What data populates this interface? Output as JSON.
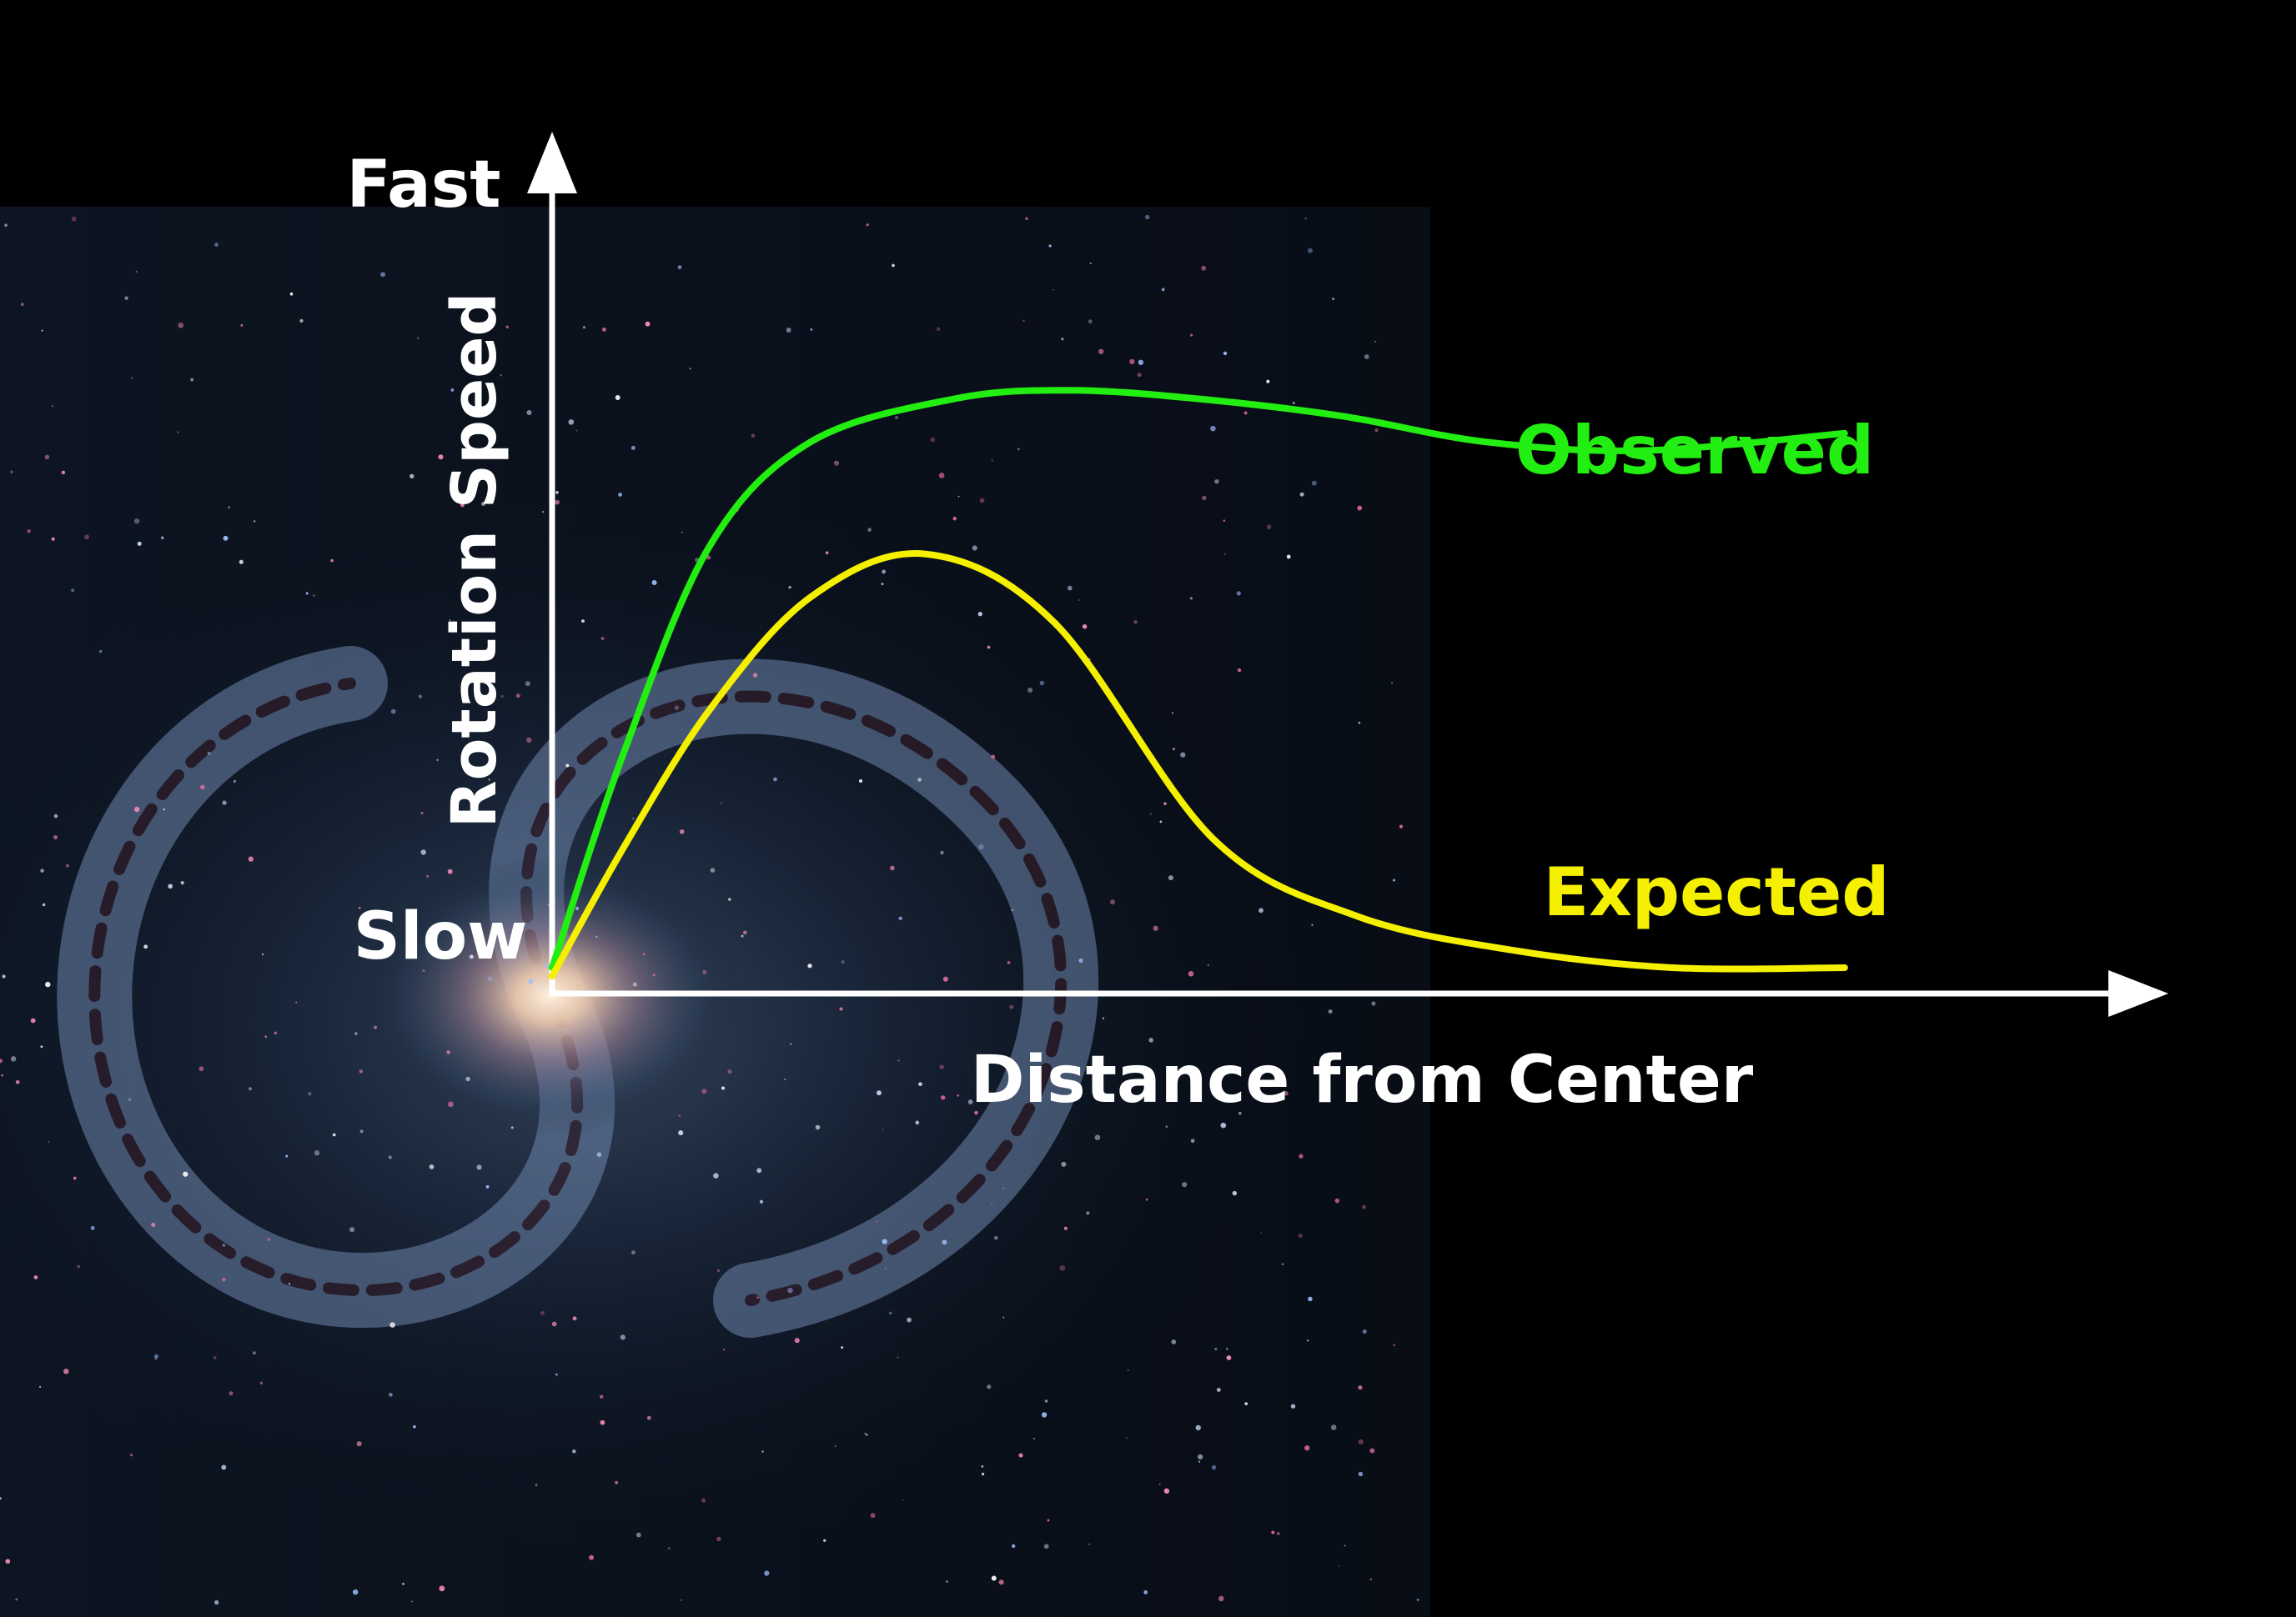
{
  "chart_data": {
    "type": "line",
    "title": "",
    "xlabel": "Distance from Center",
    "ylabel": "Rotation Speed",
    "y_tick_labels": {
      "top": "Fast",
      "bottom": "Slow"
    },
    "xlim": [
      0,
      100
    ],
    "ylim": [
      0,
      100
    ],
    "grid": false,
    "series": [
      {
        "name": "Observed",
        "color": "#22ee11",
        "x": [
          0,
          5,
          11,
          18,
          28,
          36,
          45,
          55,
          65,
          76,
          90
        ],
        "y": [
          3,
          28,
          52,
          64,
          69,
          70,
          69,
          67,
          64,
          63,
          65
        ]
      },
      {
        "name": "Expected",
        "color": "#f5f000",
        "x": [
          0,
          5,
          11,
          18,
          26,
          35,
          46,
          56,
          67,
          78,
          90
        ],
        "y": [
          2,
          17,
          33,
          46,
          51,
          43,
          18,
          9,
          5,
          3,
          3
        ]
      }
    ]
  },
  "colors": {
    "axis": "#ffffff",
    "background": "#000000"
  }
}
